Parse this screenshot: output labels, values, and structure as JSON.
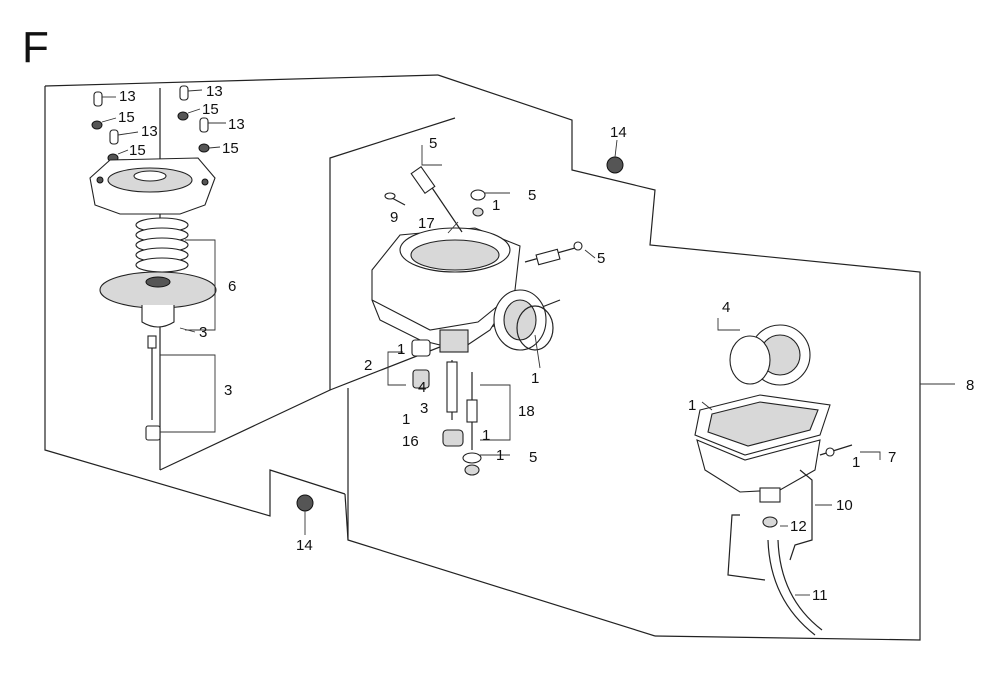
{
  "section_letter": "F",
  "callouts": {
    "c13a": "13",
    "c13b": "13",
    "c13c": "13",
    "c13d": "13",
    "c15a": "15",
    "c15b": "15",
    "c15c": "15",
    "c15d": "15",
    "c6": "6",
    "c3a": "3",
    "c3b": "3",
    "c14a": "14",
    "c14b": "14",
    "c5a": "5",
    "c5b": "5",
    "c5c": "5",
    "c5d": "5",
    "c9": "9",
    "c17": "17",
    "c1a": "1",
    "c1b": "1",
    "c1c": "1",
    "c1d": "1",
    "c1e": "1",
    "c1f": "1",
    "c1g": "1",
    "c1h": "1",
    "c2": "2",
    "c4a": "4",
    "c4b": "4",
    "c3c": "3",
    "c18": "18",
    "c16": "16",
    "c8": "8",
    "c7": "7",
    "c10": "10",
    "c12": "12",
    "c11": "11"
  }
}
